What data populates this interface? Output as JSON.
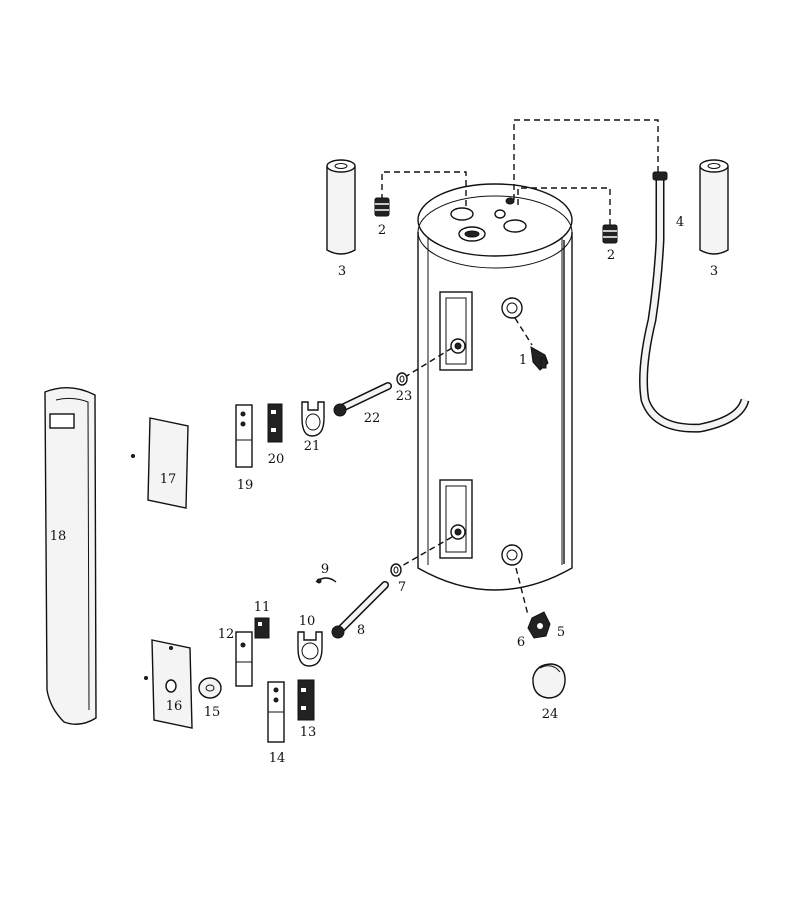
{
  "callouts": {
    "n1": "1",
    "n2a": "2",
    "n2b": "2",
    "n3a": "3",
    "n3b": "3",
    "n4": "4",
    "n5": "5",
    "n6": "6",
    "n7": "7",
    "n8": "8",
    "n9": "9",
    "n10": "10",
    "n11": "11",
    "n12": "12",
    "n13": "13",
    "n14": "14",
    "n15": "15",
    "n16": "16",
    "n17": "17",
    "n18": "18",
    "n19": "19",
    "n20": "20",
    "n21": "21",
    "n22": "22",
    "n23": "23",
    "n24": "24"
  }
}
